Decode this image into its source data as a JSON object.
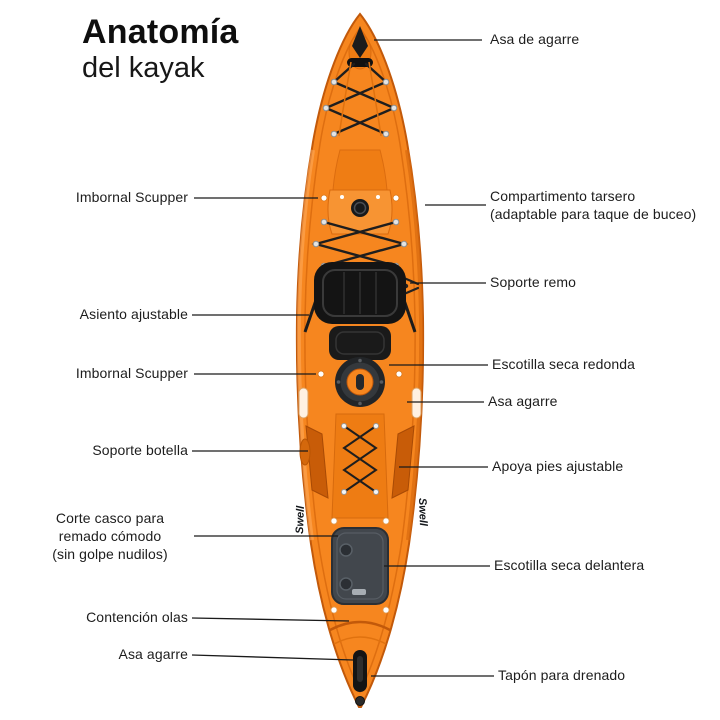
{
  "title": {
    "line1": "Anatomía",
    "line2": "del kayak"
  },
  "kayak": {
    "brand": "Swell",
    "colors": {
      "hull": "#F6861F",
      "hull_light": "#F79433",
      "hull_dark": "#D96A0E",
      "hull_deep": "#C2590A",
      "seat_black": "#141414",
      "hatch_gray": "#42474D",
      "line_black": "#1A1A1A",
      "background": "#FFFFFF"
    }
  },
  "labels": {
    "left": [
      {
        "id": "imbornal-scupper-top",
        "text": "Imbornal Scupper"
      },
      {
        "id": "asiento-ajustable",
        "text": "Asiento ajustable"
      },
      {
        "id": "imbornal-scupper-mid",
        "text": "Imbornal Scupper"
      },
      {
        "id": "soporte-botella",
        "text": "Soporte botella"
      },
      {
        "id": "corte-casco",
        "text": [
          "Corte casco para",
          "remado cómodo",
          "(sin golpe nudilos)"
        ]
      },
      {
        "id": "contencion-olas",
        "text": "Contención olas"
      },
      {
        "id": "asa-agarre-inferior",
        "text": "Asa agarre"
      }
    ],
    "right": [
      {
        "id": "asa-de-agarre",
        "text": "Asa de agarre"
      },
      {
        "id": "compartimento-tarsero",
        "text": [
          "Compartimento tarsero",
          "(adaptable para taque de buceo)"
        ]
      },
      {
        "id": "soporte-remo",
        "text": "Soporte remo"
      },
      {
        "id": "escotilla-seca-redonda",
        "text": "Escotilla seca redonda"
      },
      {
        "id": "asa-agarre-lateral",
        "text": "Asa agarre"
      },
      {
        "id": "apoya-pies-ajustable",
        "text": "Apoya pies ajustable"
      },
      {
        "id": "escotilla-seca-delantera",
        "text": "Escotilla seca delantera"
      },
      {
        "id": "tapon-para-drenado",
        "text": "Tapón para drenado"
      }
    ]
  }
}
